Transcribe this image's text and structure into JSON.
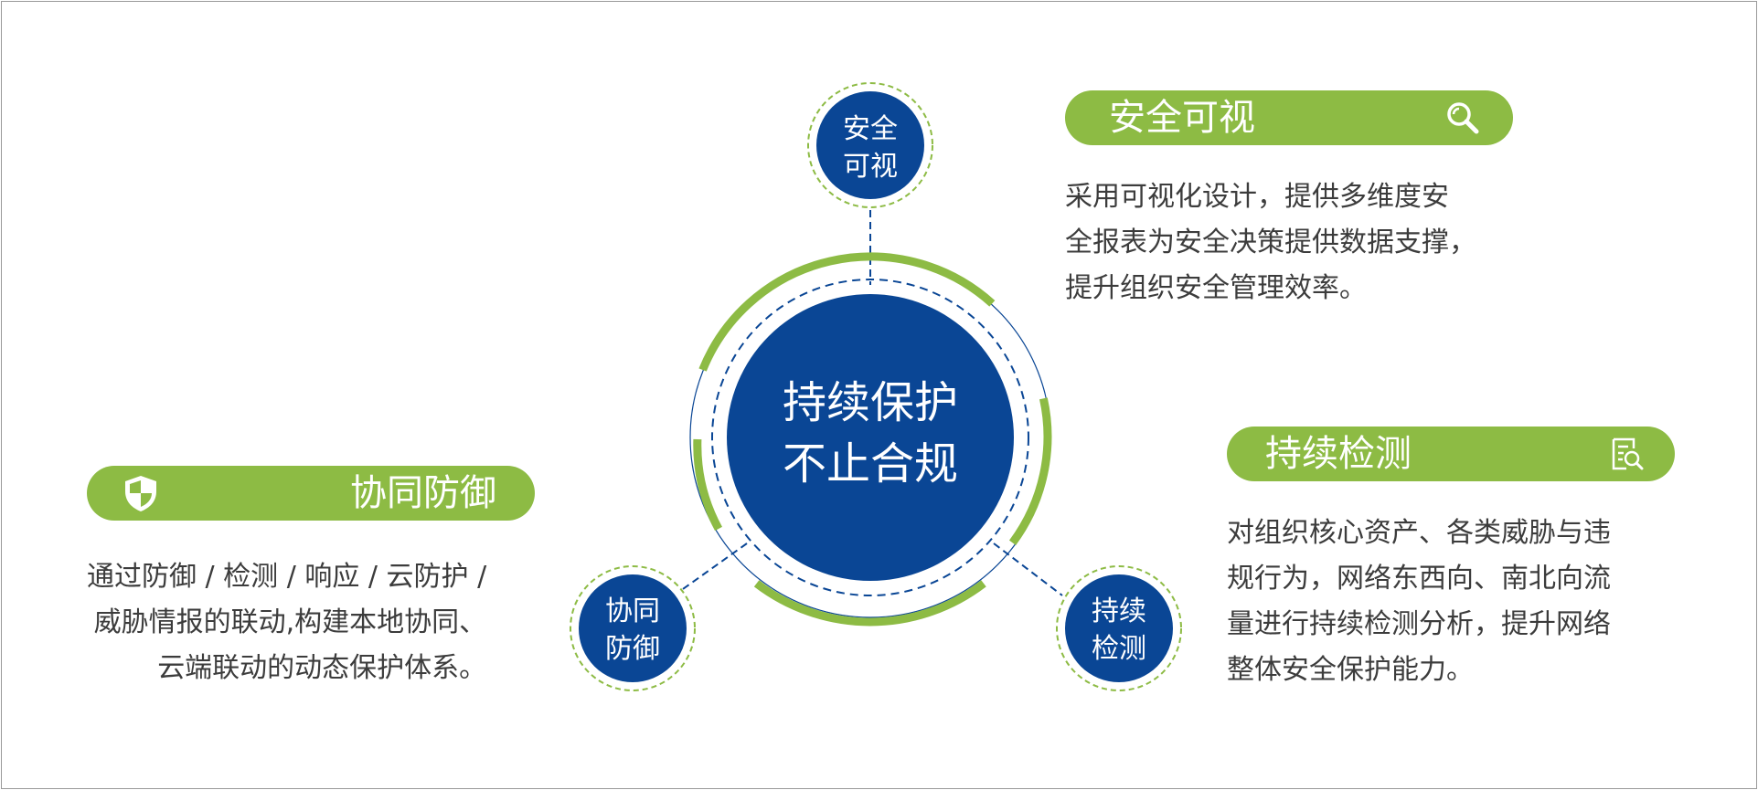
{
  "center": {
    "line1": "持续保护",
    "line2": "不止合规"
  },
  "nodes": {
    "visibility": {
      "line1": "安全",
      "line2": "可视"
    },
    "defense": {
      "line1": "协同",
      "line2": "防御"
    },
    "detection": {
      "line1": "持续",
      "line2": "检测"
    }
  },
  "panels": {
    "visibility": {
      "title": "安全可视",
      "icon": "search-icon",
      "lines": [
        "采用可视化设计，提供多维度安",
        "全报表为安全决策提供数据支撑，",
        "提升组织安全管理效率。"
      ]
    },
    "detection": {
      "title": "持续检测",
      "icon": "document-search-icon",
      "lines": [
        "对组织核心资产、各类威胁与违",
        "规行为，网络东西向、南北向流",
        "量进行持续检测分析，提升网络",
        "整体安全保护能力。"
      ]
    },
    "defense": {
      "title": "协同防御",
      "icon": "shield-icon",
      "lines": [
        "通过防御 / 检测 / 响应 / 云防护 /",
        "威胁情报的联动,构建本地协同、",
        "云端联动的动态保护体系。"
      ]
    }
  },
  "colors": {
    "navy": "#0a4695",
    "green": "#8dbb44",
    "text": "#3c3c3c",
    "white": "#ffffff"
  }
}
